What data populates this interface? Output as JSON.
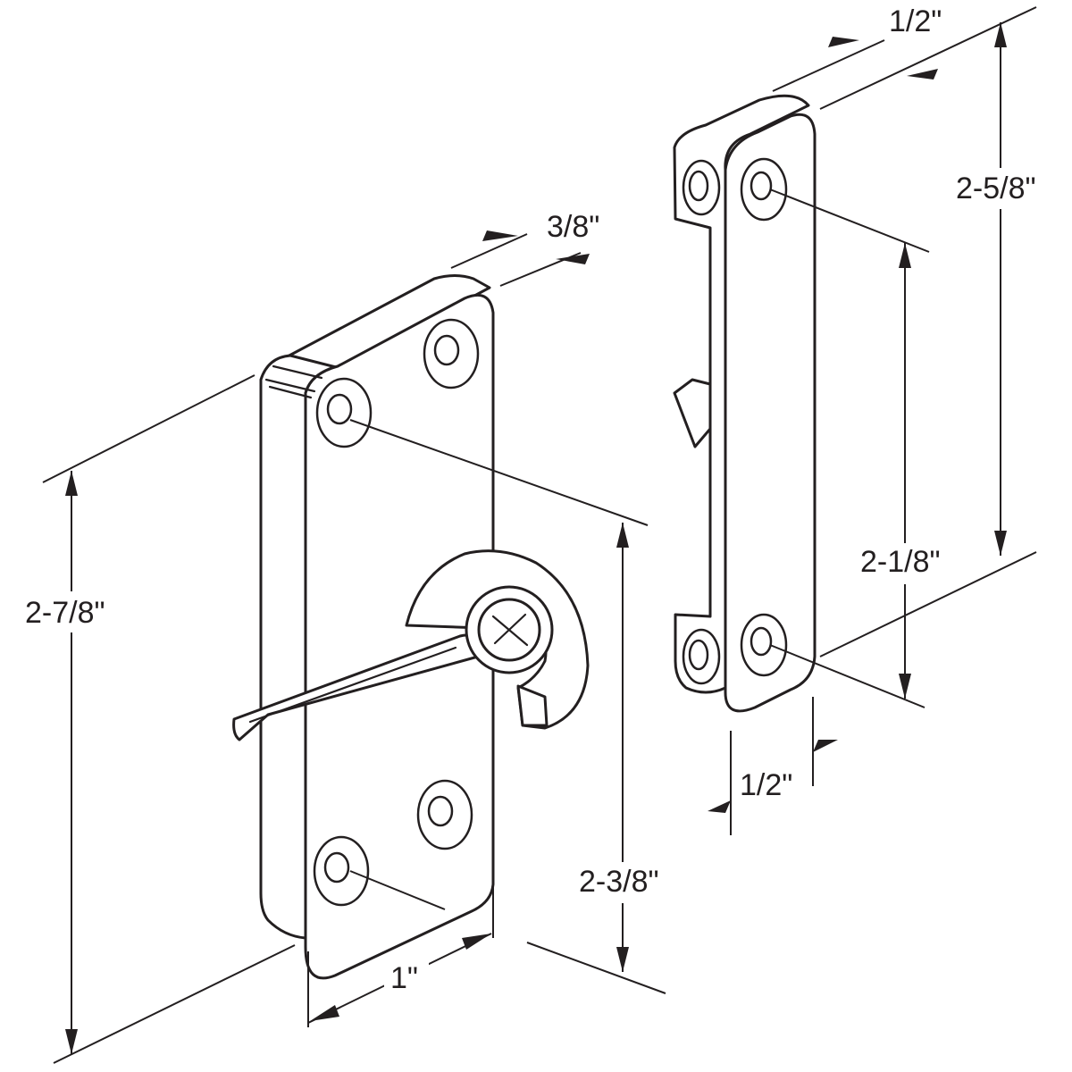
{
  "dimensions": {
    "latch_thickness": "3/8\"",
    "latch_height": "2-7/8\"",
    "latch_width": "1\"",
    "latch_hole_spacing": "2-3/8\"",
    "keeper_depth": "1/2\"",
    "keeper_height": "2-5/8\"",
    "keeper_hole_spacing": "2-1/8\"",
    "keeper_width": "1/2\""
  },
  "colors": {
    "line": "#231f20",
    "background": "#ffffff"
  }
}
